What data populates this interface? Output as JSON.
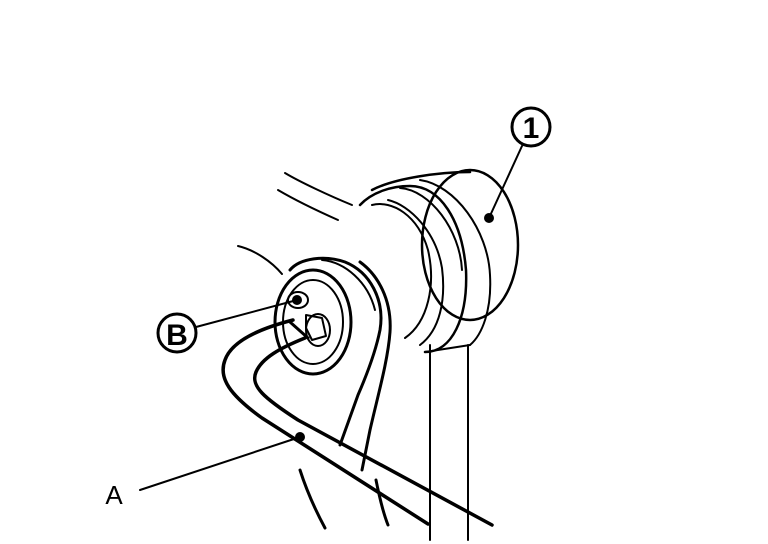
{
  "callouts": {
    "part_1": "1",
    "point_b": "B",
    "tool_a": "A"
  },
  "colors": {
    "line": "#000000",
    "background": "#ffffff"
  }
}
